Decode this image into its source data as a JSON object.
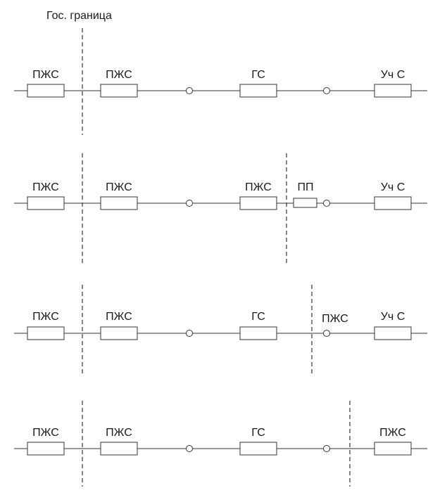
{
  "title": "Гос. граница",
  "colors": {
    "line": "#333333",
    "text": "#1a1a1a"
  },
  "rows": [
    {
      "labels": [
        "ПЖС",
        "ПЖС",
        "ГС",
        "Уч С"
      ],
      "elements": [
        "box",
        "box",
        "circle",
        "box",
        "circle",
        "box"
      ]
    },
    {
      "labels": [
        "ПЖС",
        "ПЖС",
        "ПЖС",
        "ПП",
        "Уч С"
      ],
      "elements": [
        "box",
        "box",
        "circle",
        "box",
        "small-box",
        "circle",
        "box"
      ]
    },
    {
      "labels": [
        "ПЖС",
        "ПЖС",
        "ГС",
        "ПЖС",
        "Уч С"
      ],
      "elements": [
        "box",
        "box",
        "circle",
        "box",
        "circle",
        "box"
      ]
    },
    {
      "labels": [
        "ПЖС",
        "ПЖС",
        "ГС",
        "ПЖС"
      ],
      "elements": [
        "box",
        "box",
        "circle",
        "box",
        "circle",
        "box"
      ]
    }
  ]
}
